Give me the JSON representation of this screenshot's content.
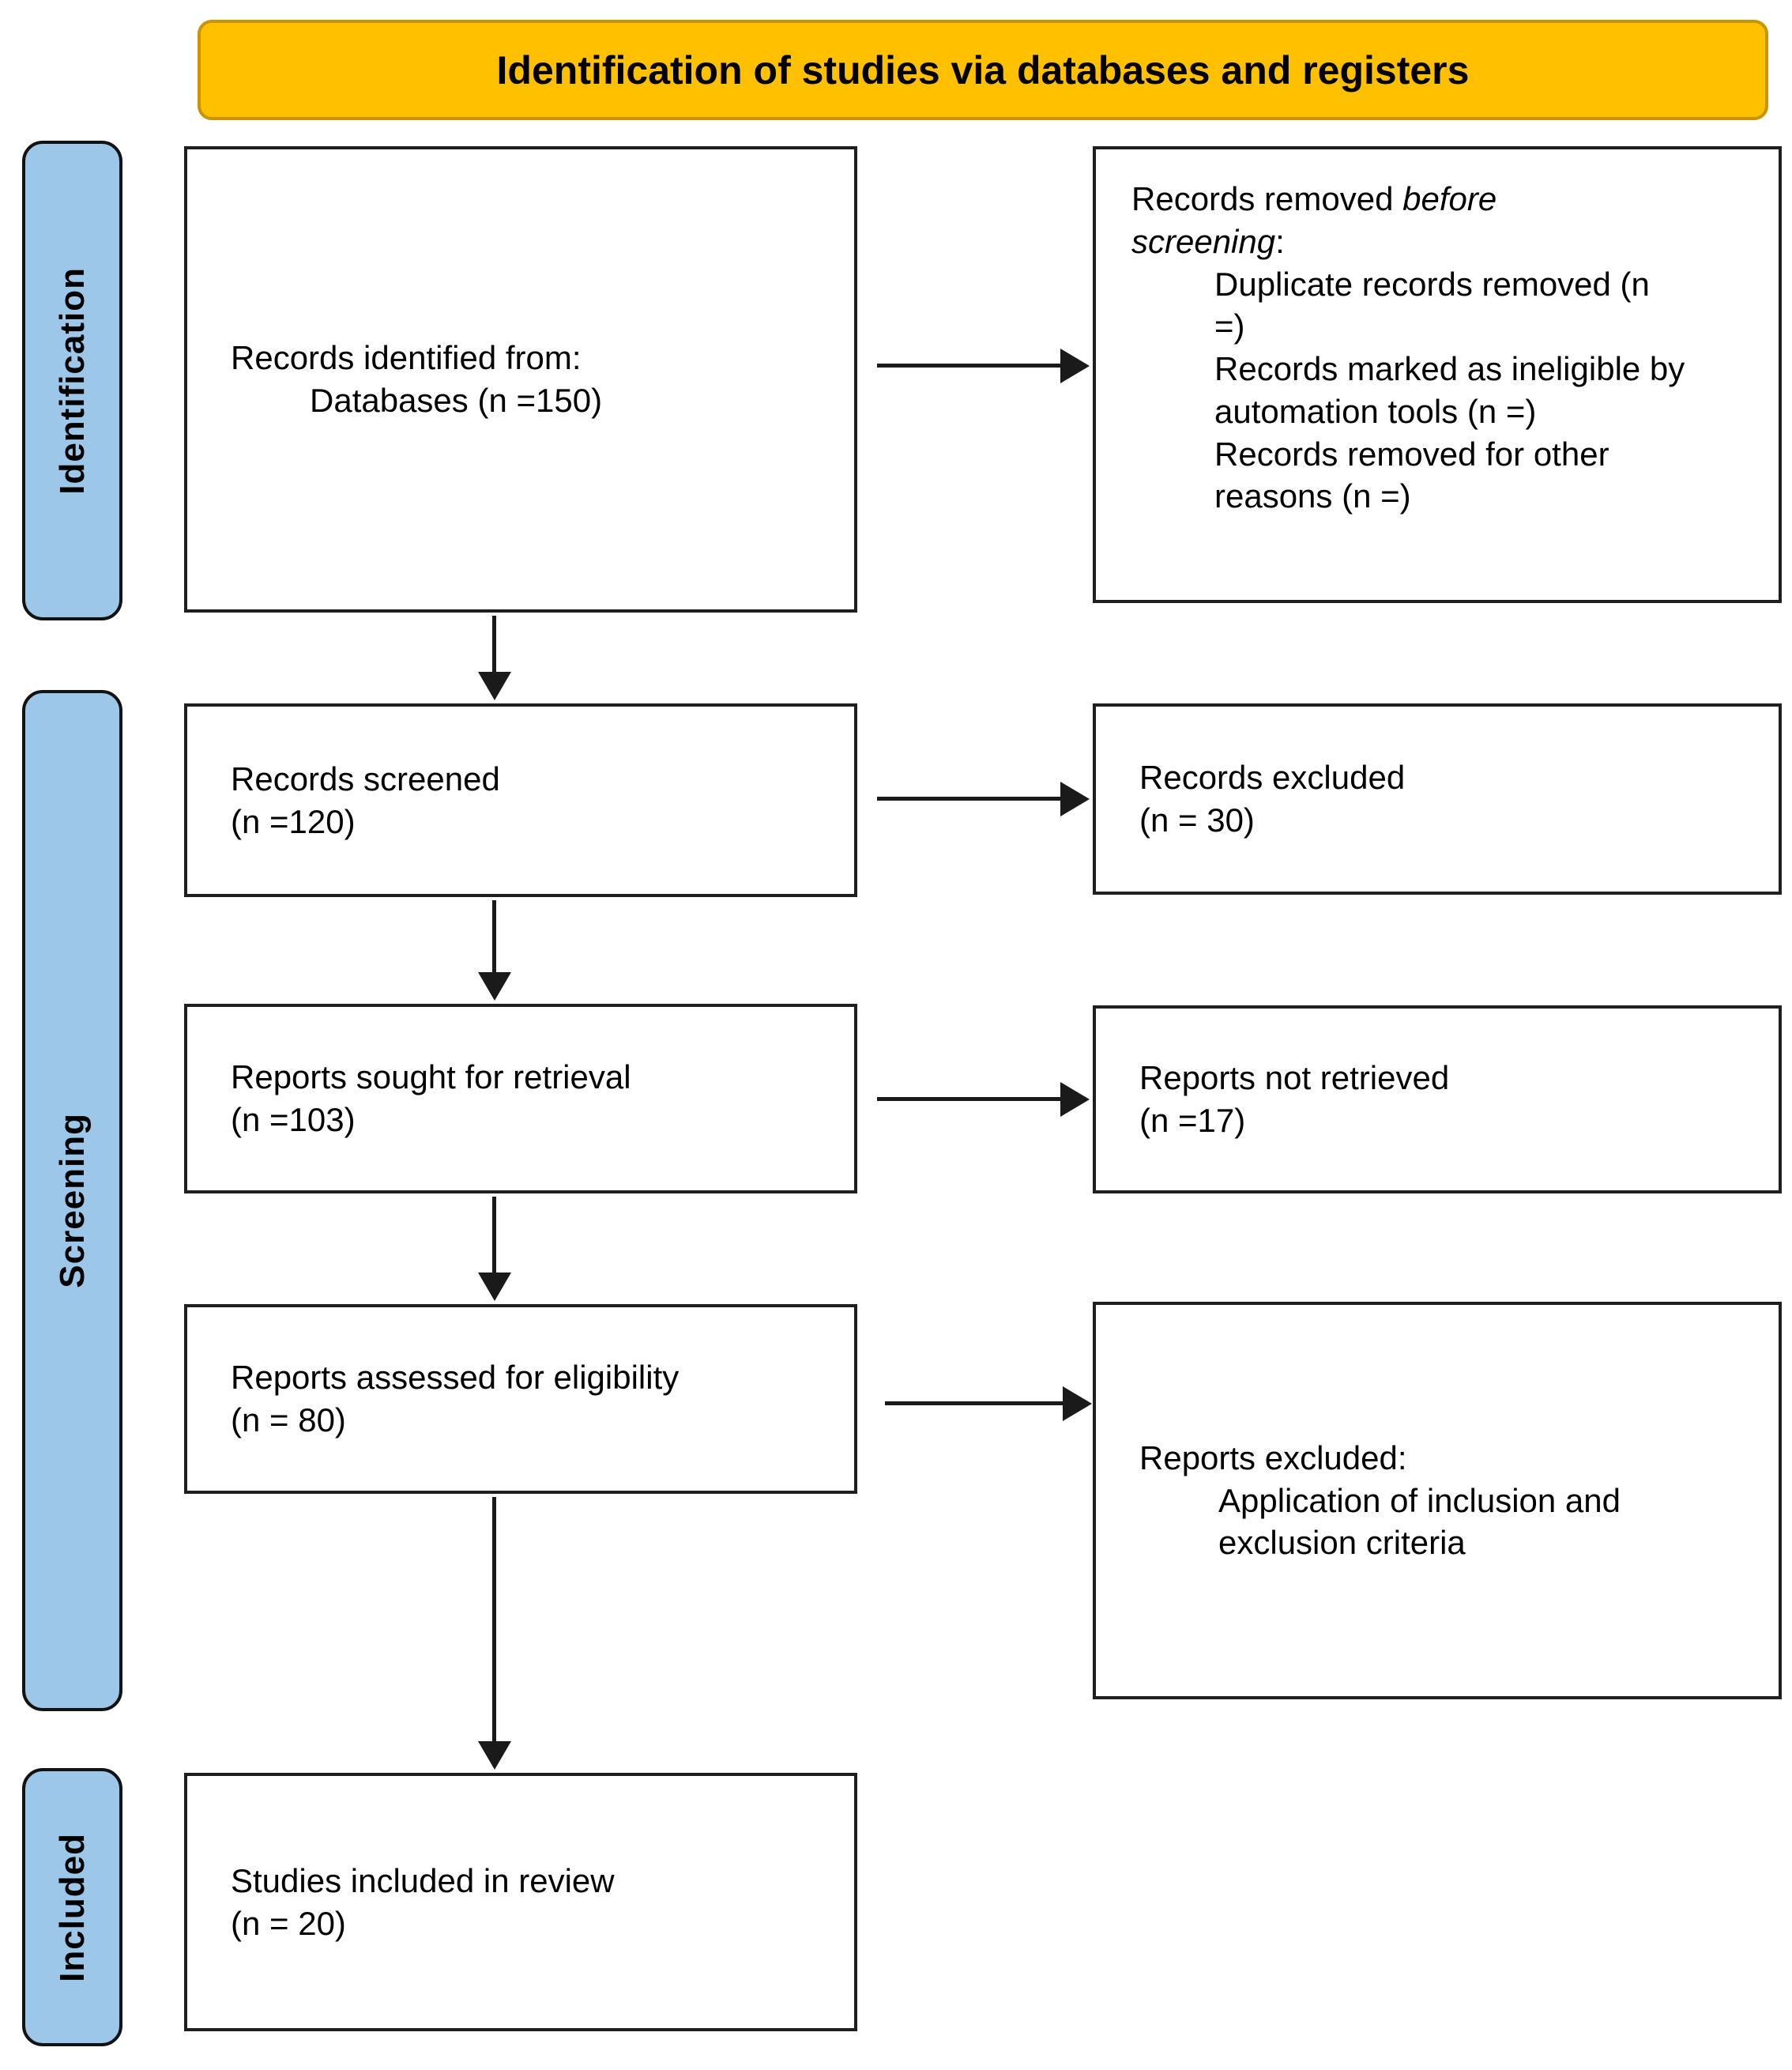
{
  "header": {
    "title": "Identification of studies via databases and registers"
  },
  "sidebar": {
    "identification": "Identification",
    "screening": "Screening",
    "included": "Included"
  },
  "boxes": {
    "records_identified": {
      "line1": "Records identified from:",
      "line2": "Databases (n =150)"
    },
    "records_removed": {
      "intro_prefix": "Records removed ",
      "intro_italic_1": "before",
      "intro_italic_2": "screening",
      "intro_suffix": ":",
      "items": [
        "Duplicate records removed (n =)",
        "Records marked as ineligible by automation tools (n =)",
        "Records removed for other reasons (n =)"
      ]
    },
    "records_screened": {
      "line1": "Records screened",
      "line2": "(n =120)"
    },
    "records_excluded": {
      "line1": "Records excluded",
      "line2": "(n = 30)"
    },
    "reports_sought": {
      "line1": "Reports sought for retrieval",
      "line2": "(n =103)"
    },
    "reports_not_retrieved": {
      "line1": "Reports not retrieved",
      "line2": "(n =17)"
    },
    "reports_assessed": {
      "line1": "Reports assessed for eligibility",
      "line2": "(n = 80)"
    },
    "reports_excluded": {
      "line1": "Reports excluded:",
      "item": "Application of inclusion and exclusion criteria"
    },
    "studies_included": {
      "line1": "Studies included in review",
      "line2": "(n = 20)"
    }
  },
  "colors": {
    "header_bg": "#FFC000",
    "header_border": "#C99400",
    "sidebar_bg": "#9CC7E9",
    "box_border": "#1F1F1F",
    "arrow_color": "#1A1A1A"
  }
}
